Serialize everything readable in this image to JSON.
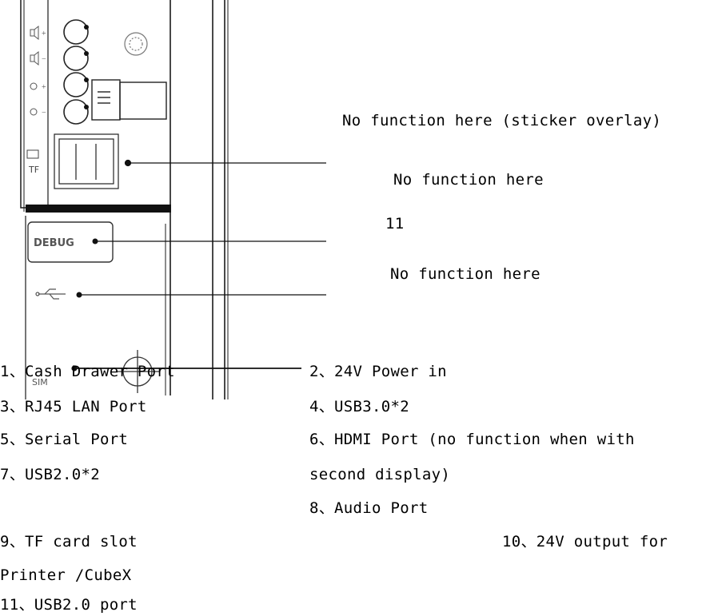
{
  "device": {
    "panel_labels": {
      "tf": "TF",
      "debug": "DEBUG",
      "sim": "SIM"
    },
    "callouts": {
      "sticker_overlay": "No function here (sticker overlay)",
      "no_function_1": "No function here",
      "port_11": "11",
      "no_function_2": "No function here"
    }
  },
  "legend": {
    "item_1": "1、Cash Drawer Port",
    "item_2": "2、24V Power in",
    "item_3": "3、RJ45 LAN Port",
    "item_4": "4、USB3.0*2",
    "item_5": "5、Serial Port",
    "item_6_line1": "6、HDMI Port (no function when with",
    "item_6_line2": "second display)",
    "item_7": "7、USB2.0*2",
    "item_8": "8、Audio Port",
    "item_9": "9、TF card slot",
    "item_10": "10、24V output for",
    "item_10_cont": "Printer /CubeX",
    "item_11": "11、USB2.0 port"
  }
}
